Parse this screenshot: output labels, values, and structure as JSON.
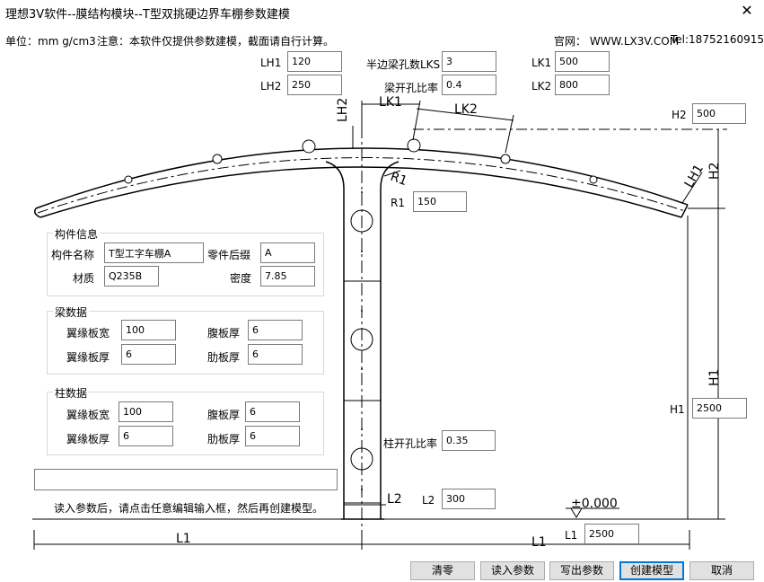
{
  "window": {
    "title": "理想3V软件--膜结构模块--T型双挑硬边界车棚参数建模",
    "close_glyph": "✕"
  },
  "header": {
    "unit": "单位：mm g/cm3",
    "note": "注意：本软件仅提供参数建模，截面请自行计算。",
    "website": "官网： WWW.LX3V.COM",
    "tel": "Tel:18752160915"
  },
  "params": {
    "LH1": {
      "label": "LH1",
      "value": "120"
    },
    "LH2": {
      "label": "LH2",
      "value": "250"
    },
    "LKS": {
      "label": "半边梁孔数LKS",
      "value": "3"
    },
    "beam_hole_ratio": {
      "label": "梁开孔比率",
      "value": "0.4"
    },
    "LK1": {
      "label": "LK1",
      "value": "500"
    },
    "LK2": {
      "label": "LK2",
      "value": "800"
    },
    "H2": {
      "label": "H2",
      "value": "500"
    },
    "R1": {
      "label": "R1",
      "value": "150"
    },
    "H1": {
      "label": "H1",
      "value": "2500"
    },
    "col_hole_ratio": {
      "label": "柱开孔比率",
      "value": "0.35"
    },
    "L2": {
      "label": "L2",
      "value": "300"
    },
    "L1": {
      "label": "L1",
      "value": "2500"
    }
  },
  "component": {
    "group_title": "构件信息",
    "name_label": "构件名称",
    "name_value": "T型工字车棚A",
    "suffix_label": "零件后缀",
    "suffix_value": "A",
    "material_label": "材质",
    "material_value": "Q235B",
    "density_label": "密度",
    "density_value": "7.85"
  },
  "beam": {
    "group_title": "梁数据",
    "flange_width_label": "翼缘板宽",
    "flange_width_value": "100",
    "web_thk_label": "腹板厚",
    "web_thk_value": "6",
    "flange_thk_label": "翼缘板厚",
    "flange_thk_value": "6",
    "rib_thk_label": "肋板厚",
    "rib_thk_value": "6"
  },
  "column": {
    "group_title": "柱数据",
    "flange_width_label": "翼缘板宽",
    "flange_width_value": "100",
    "web_thk_label": "腹板厚",
    "web_thk_value": "6",
    "flange_thk_label": "翼缘板厚",
    "flange_thk_value": "6",
    "rib_thk_label": "肋板厚",
    "rib_thk_value": "6"
  },
  "status_value": "",
  "hint": "读入参数后，请点击任意编辑输入框，然后再创建模型。",
  "drawing": {
    "lh2": "LH2",
    "lk1": "LK1",
    "lk2": "LK2",
    "h2": "H2",
    "lh1": "LH1",
    "r1": "R1",
    "h1": "H1",
    "l2": "L2",
    "l1_left": "L1",
    "l1_right": "L1",
    "elev": "±0.000"
  },
  "buttons": {
    "clear": "清零",
    "load": "读入参数",
    "save": "写出参数",
    "create": "创建模型",
    "cancel": "取消"
  }
}
